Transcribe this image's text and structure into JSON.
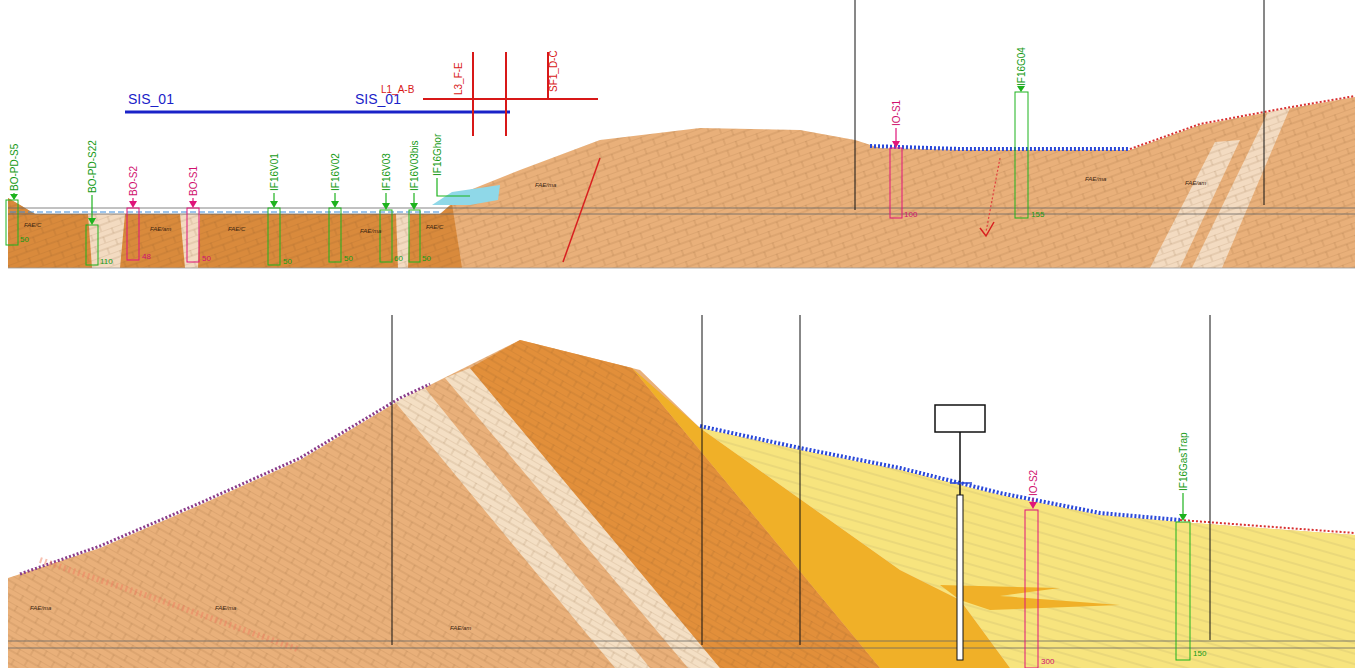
{
  "diagram": {
    "labels": [
      "SIS_01",
      "SIS_01",
      "L1_A-B",
      "L3_F-E",
      "SF1_D-C",
      "BO-PD-S5",
      "BO-PD-S22",
      "BO-S2",
      "BO-S1",
      "IF16V01",
      "IF16V02",
      "IF16V03",
      "IF16V03bis",
      "IF16Ghor",
      "IO-S1",
      "IF16G04",
      "IO-S2",
      "IF16GasTrap",
      "50",
      "110",
      "48",
      "50",
      "50",
      "50",
      "60",
      "50",
      "100",
      "155",
      "300",
      "150",
      "FAE/C",
      "FAE/am",
      "FAE/C",
      "FAE/ma",
      "FAE/C",
      "FAE/ma",
      "FAE/ma",
      "FAE/am",
      "FAE/ma",
      "FAE/ma",
      "FAE/am"
    ]
  }
}
